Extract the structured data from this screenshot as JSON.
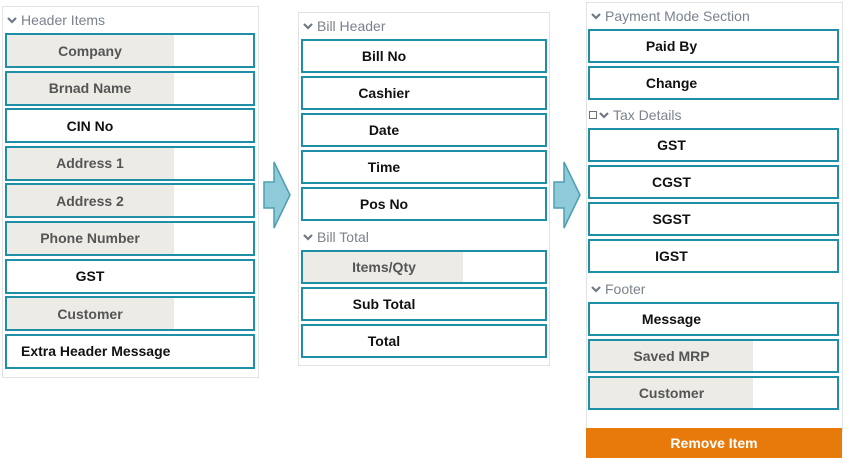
{
  "left_panel": {
    "header": "Header Items",
    "items": [
      {
        "label": "Company",
        "fill": 0.68
      },
      {
        "label": "Brnad Name",
        "fill": 0.68
      },
      {
        "label": "CIN No",
        "fill": 0
      },
      {
        "label": "Address 1",
        "fill": 0.68
      },
      {
        "label": "Address 2",
        "fill": 0.68
      },
      {
        "label": "Phone Number",
        "fill": 0.68
      },
      {
        "label": "GST",
        "fill": 0
      },
      {
        "label": "Customer",
        "fill": 0.68
      },
      {
        "label": "Extra Header Message",
        "fill": 0
      }
    ]
  },
  "middle_panel": {
    "bill_header": "Bill Header",
    "bill_header_items": [
      {
        "label": "Bill No",
        "fill": 0
      },
      {
        "label": "Cashier",
        "fill": 0
      },
      {
        "label": "Date",
        "fill": 0
      },
      {
        "label": "Time",
        "fill": 0
      },
      {
        "label": "Pos No",
        "fill": 0
      }
    ],
    "bill_total": "Bill Total",
    "bill_total_items": [
      {
        "label": "Items/Qty",
        "fill": 0.66
      },
      {
        "label": "Sub Total",
        "fill": 0
      },
      {
        "label": "Total",
        "fill": 0
      }
    ]
  },
  "right_panel": {
    "payment_mode": "Payment Mode Section",
    "payment_items": [
      {
        "label": "Paid By",
        "fill": 0
      },
      {
        "label": "Change",
        "fill": 0
      }
    ],
    "tax_details": "Tax Details",
    "tax_items": [
      {
        "label": "GST",
        "fill": 0
      },
      {
        "label": "CGST",
        "fill": 0
      },
      {
        "label": "SGST",
        "fill": 0
      },
      {
        "label": "IGST",
        "fill": 0
      }
    ],
    "footer": "Footer",
    "footer_items": [
      {
        "label": "Message",
        "fill": 0
      },
      {
        "label": "Saved MRP",
        "fill": 0.66
      },
      {
        "label": "Customer",
        "fill": 0.66
      }
    ],
    "remove_button": "Remove Item"
  },
  "colors": {
    "item_border": "#1f8fa8",
    "item_fill": "#ecebe6",
    "arrow_fill": "#8ecad8",
    "arrow_stroke": "#4b9fb4",
    "remove_bg": "#e87a0c"
  },
  "icons": {
    "section_toggle": "chevron-down-icon",
    "tax_checkbox": "checkbox-icon",
    "flow_arrow": "arrow-right-icon"
  }
}
